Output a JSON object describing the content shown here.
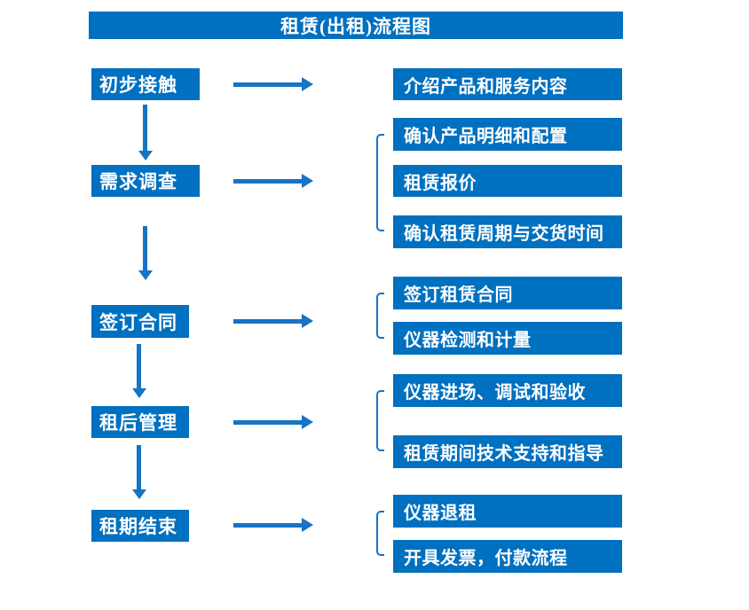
{
  "title": "租赁(出租)流程图",
  "colors": {
    "box_fill": "#0070C0",
    "arrow": "#1673C5",
    "text": "#FFFFFF",
    "background": "#FFFFFF"
  },
  "steps": [
    {
      "label": "初步接触",
      "outputs": [
        "介绍产品和服务内容"
      ]
    },
    {
      "label": "需求调查",
      "outputs": [
        "确认产品明细和配置",
        "租赁报价",
        "确认租赁周期与交货时间"
      ]
    },
    {
      "label": "签订合同",
      "outputs": [
        "签订租赁合同",
        "仪器检测和计量"
      ]
    },
    {
      "label": "租后管理",
      "outputs": [
        "仪器进场、调试和验收",
        "租赁期间技术支持和指导"
      ]
    },
    {
      "label": "租期结束",
      "outputs": [
        "仪器退租",
        "开具发票，付款流程"
      ]
    }
  ]
}
